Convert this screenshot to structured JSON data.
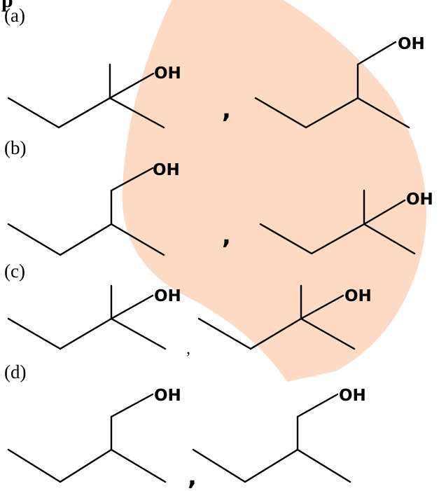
{
  "question_fragment": "p",
  "watermark_color": "#fbd3b8",
  "substituent_label": "OH",
  "separator": ",",
  "options": [
    {
      "label": "(a)",
      "molecules": [
        "tertiary-alcohol",
        "primary-alcohol"
      ]
    },
    {
      "label": "(b)",
      "molecules": [
        "primary-alcohol",
        "tertiary-alcohol"
      ]
    },
    {
      "label": "(c)",
      "molecules": [
        "tertiary-alcohol",
        "tertiary-alcohol"
      ]
    },
    {
      "label": "(d)",
      "molecules": [
        "primary-alcohol",
        "primary-alcohol"
      ]
    }
  ]
}
